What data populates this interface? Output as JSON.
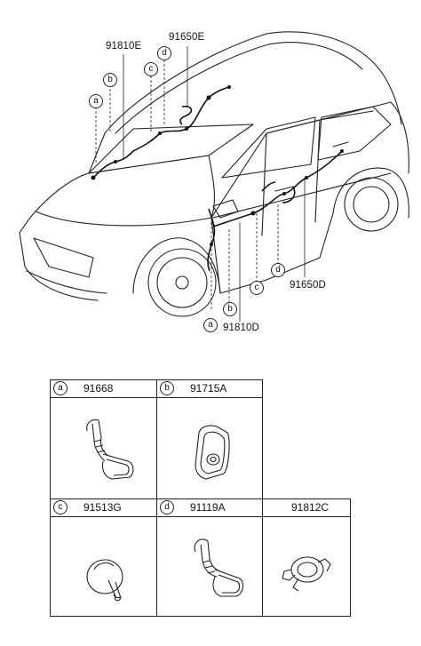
{
  "callouts": {
    "c91650E": "91650E",
    "c91810E": "91810E",
    "c91810D": "91810D",
    "c91650D": "91650D"
  },
  "letters": {
    "a": "a",
    "b": "b",
    "c": "c",
    "d": "d"
  },
  "parts": [
    {
      "letter": "a",
      "number": "91668"
    },
    {
      "letter": "b",
      "number": "91715A"
    },
    {
      "letter": "c",
      "number": "91513G"
    },
    {
      "letter": "d",
      "number": "91119A"
    },
    {
      "letter": "",
      "number": "91812C"
    }
  ]
}
